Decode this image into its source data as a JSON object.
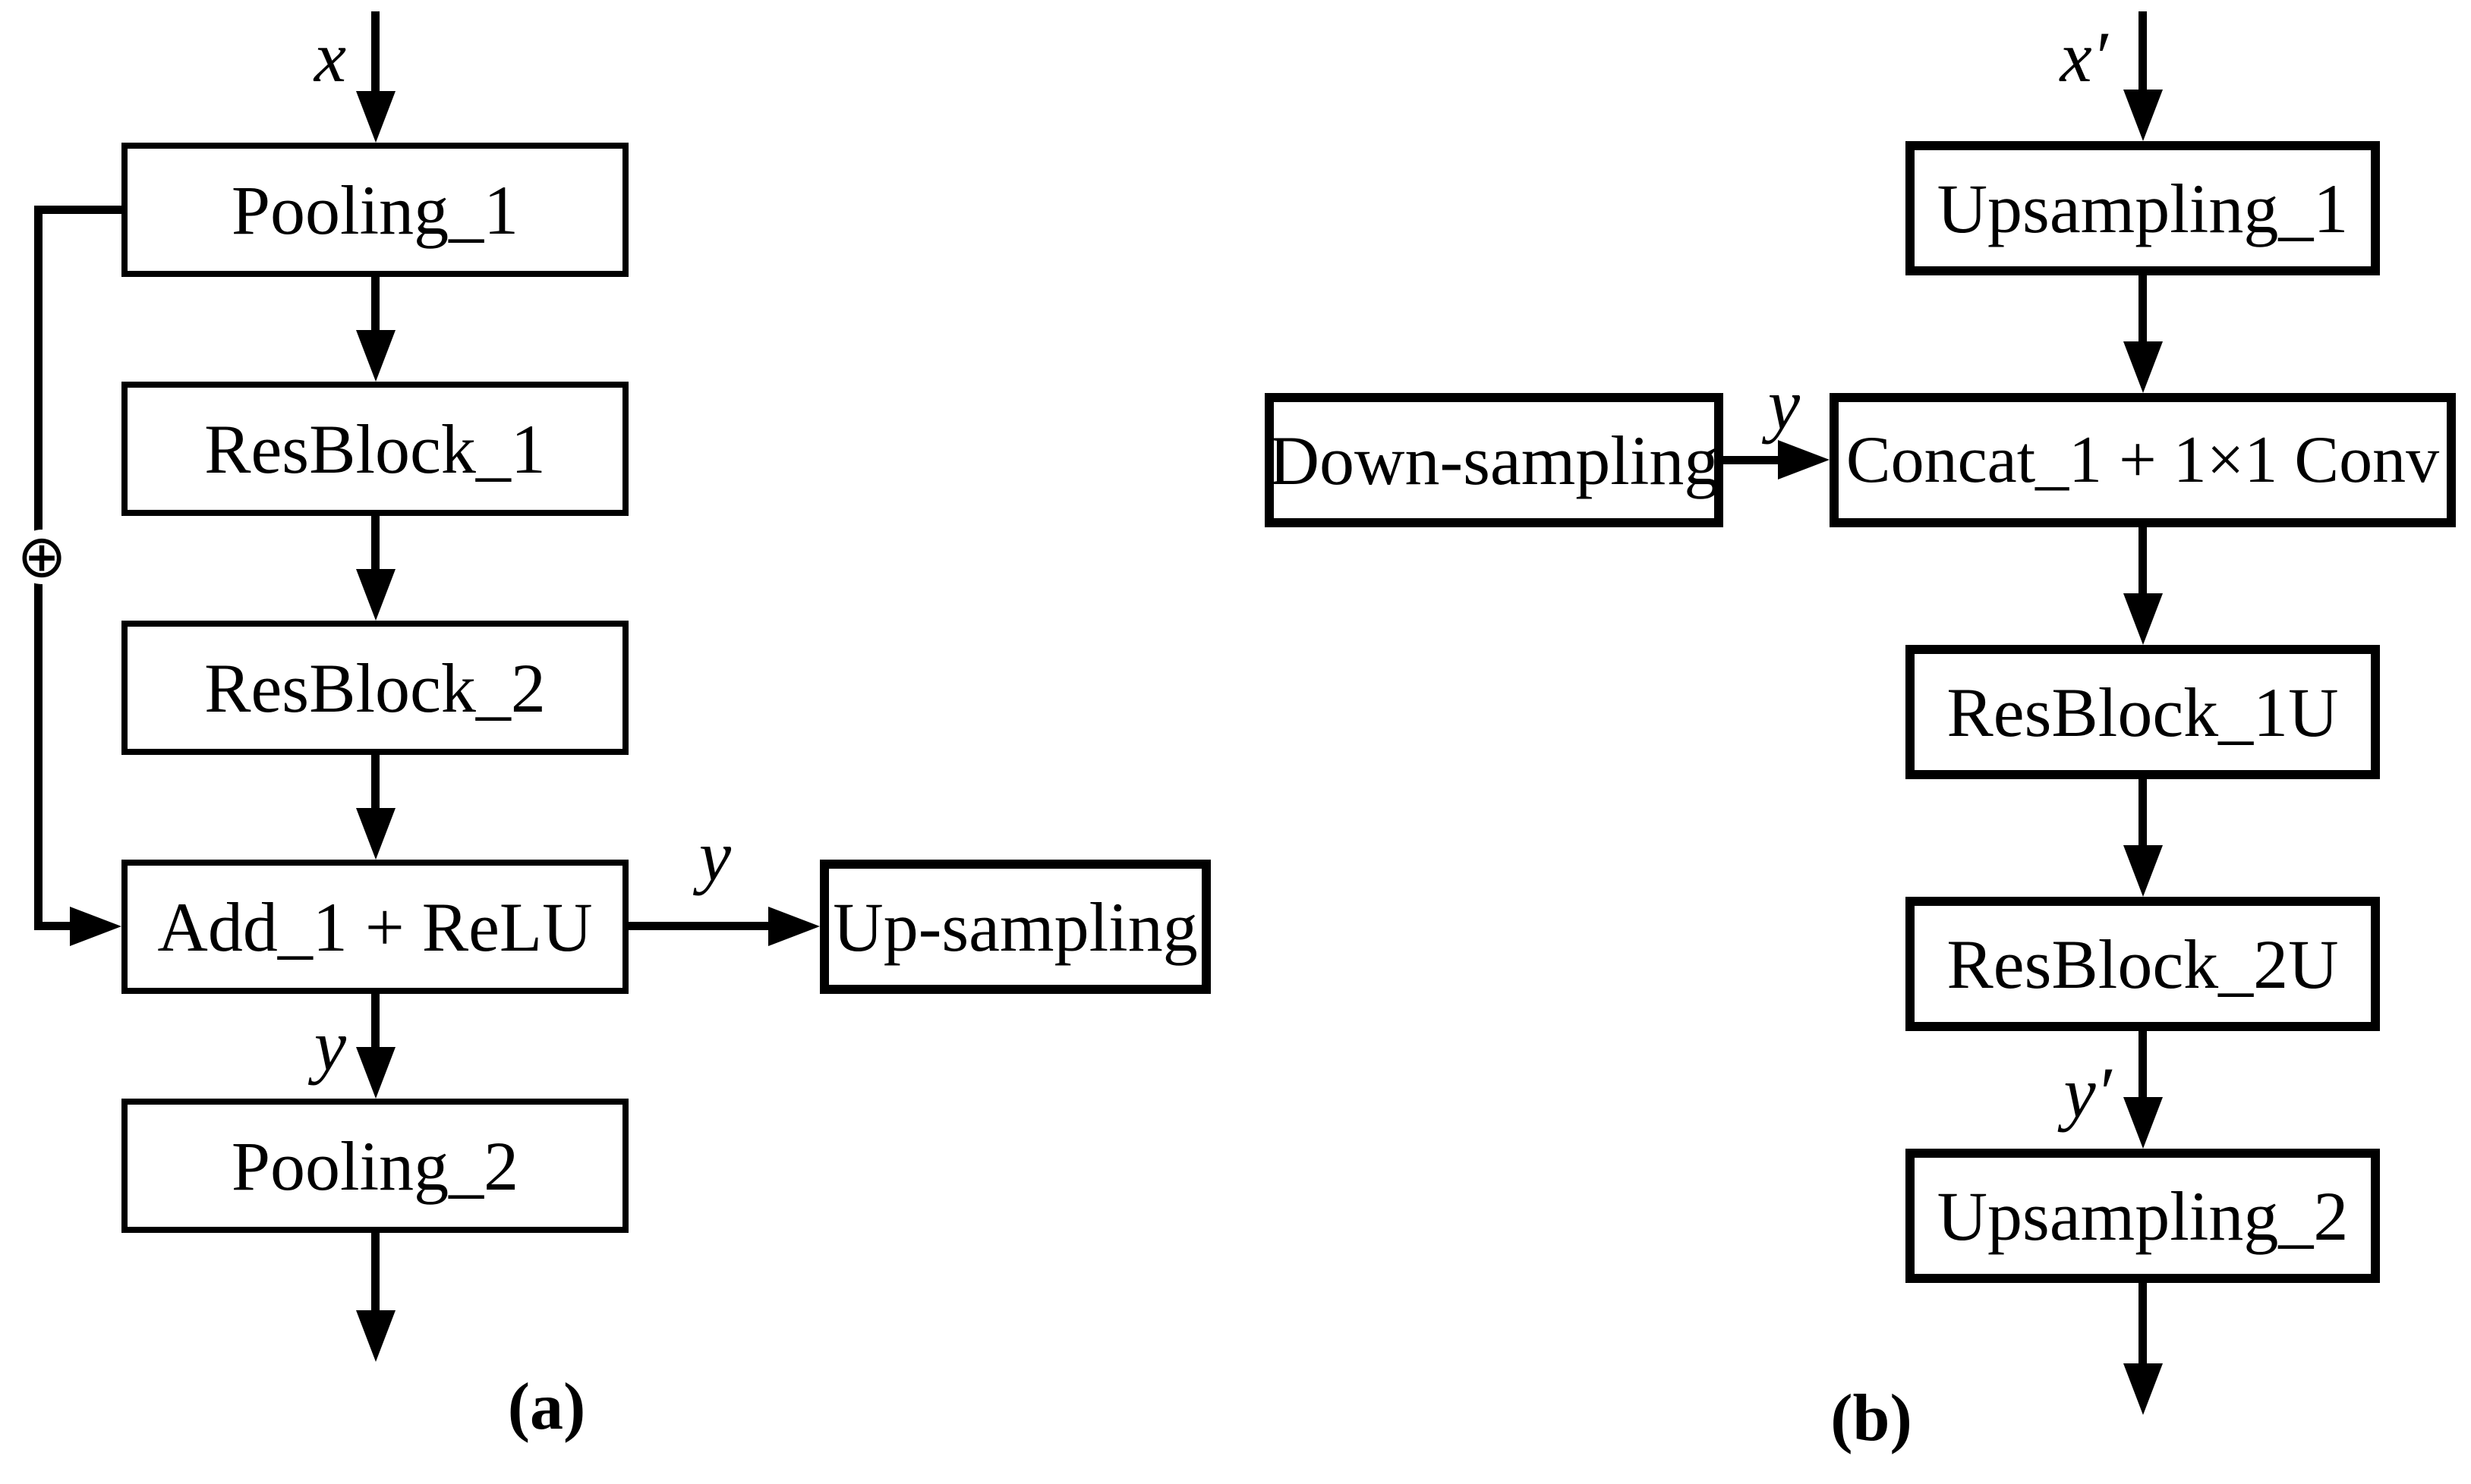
{
  "figure": {
    "background_color": "#ffffff",
    "ink_color": "#000000",
    "panel_a": {
      "caption": "(a)",
      "input_label": "x",
      "skip_sum_symbol": "⊕",
      "edge_label_to_upsampling": "y",
      "edge_label_to_pooling2": "y",
      "nodes": [
        {
          "id": "pooling_1",
          "label": "Pooling_1"
        },
        {
          "id": "resblock_1",
          "label": "ResBlock_1"
        },
        {
          "id": "resblock_2",
          "label": "ResBlock_2"
        },
        {
          "id": "add_1_relu",
          "label": "Add_1 + ReLU"
        },
        {
          "id": "pooling_2",
          "label": "Pooling_2"
        },
        {
          "id": "up_sampling",
          "label": "Up-sampling"
        }
      ]
    },
    "panel_b": {
      "caption": "(b)",
      "input_label": "x′",
      "edge_label_downsampling_to_concat": "y",
      "edge_label_resblock2u_to_upsampling2": "y′",
      "nodes": [
        {
          "id": "upsampling_1",
          "label": "Upsampling_1"
        },
        {
          "id": "concat_1_conv",
          "label": "Concat_1 + 1×1 Conv"
        },
        {
          "id": "resblock_1u",
          "label": "ResBlock_1U"
        },
        {
          "id": "resblock_2u",
          "label": "ResBlock_2U"
        },
        {
          "id": "upsampling_2",
          "label": "Upsampling_2"
        },
        {
          "id": "down_sampling",
          "label": "Down-sampling"
        }
      ]
    }
  }
}
